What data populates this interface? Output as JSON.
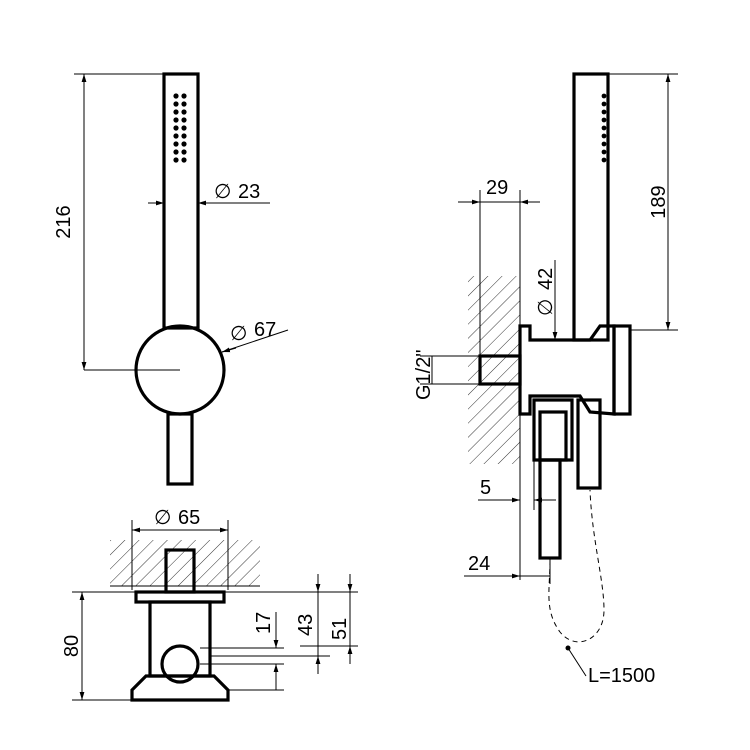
{
  "dimensions": {
    "front_height": "216",
    "handle_diameter": "23",
    "handle_diameter_symbol": "∅",
    "wall_plate_diameter": "67",
    "wall_plate_symbol": "∅",
    "side_height": "189",
    "side_depth": "29",
    "side_outlet_diameter": "42",
    "side_outlet_symbol": "∅",
    "thread": "G1/2\"",
    "side_offset_5": "5",
    "side_offset_24": "24",
    "hose_length": "L=1500",
    "bottom_diameter": "65",
    "bottom_diameter_symbol": "∅",
    "bottom_height": "80",
    "bottom_17": "17",
    "bottom_43": "43",
    "bottom_51": "51"
  }
}
